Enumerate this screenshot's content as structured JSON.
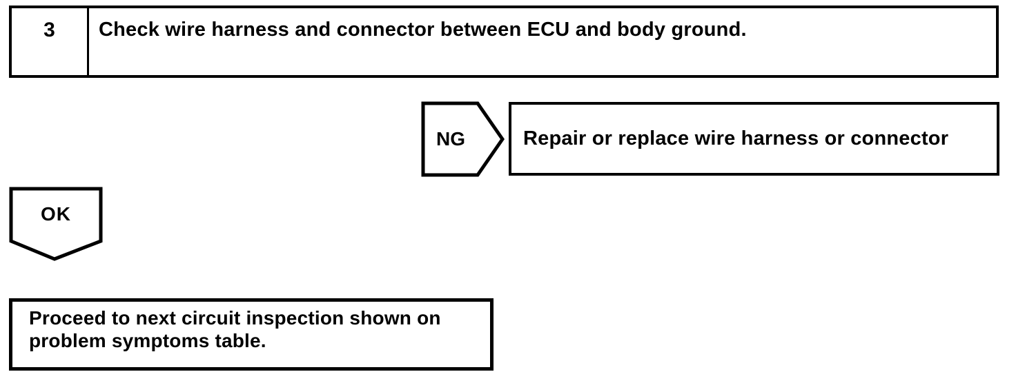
{
  "diagram": {
    "colors": {
      "ink": "#000000",
      "paper": "#ffffff"
    },
    "step_box": {
      "number": "3",
      "instruction": "Check wire harness and connector between ECU and body ground."
    },
    "ng_connector": {
      "label": "NG"
    },
    "ng_result_box": {
      "text": "Repair or replace wire harness or connector"
    },
    "ok_connector": {
      "label": "OK"
    },
    "ok_result_box": {
      "line1": "Proceed to next circuit inspection shown on",
      "line2": "problem symptoms table."
    }
  }
}
